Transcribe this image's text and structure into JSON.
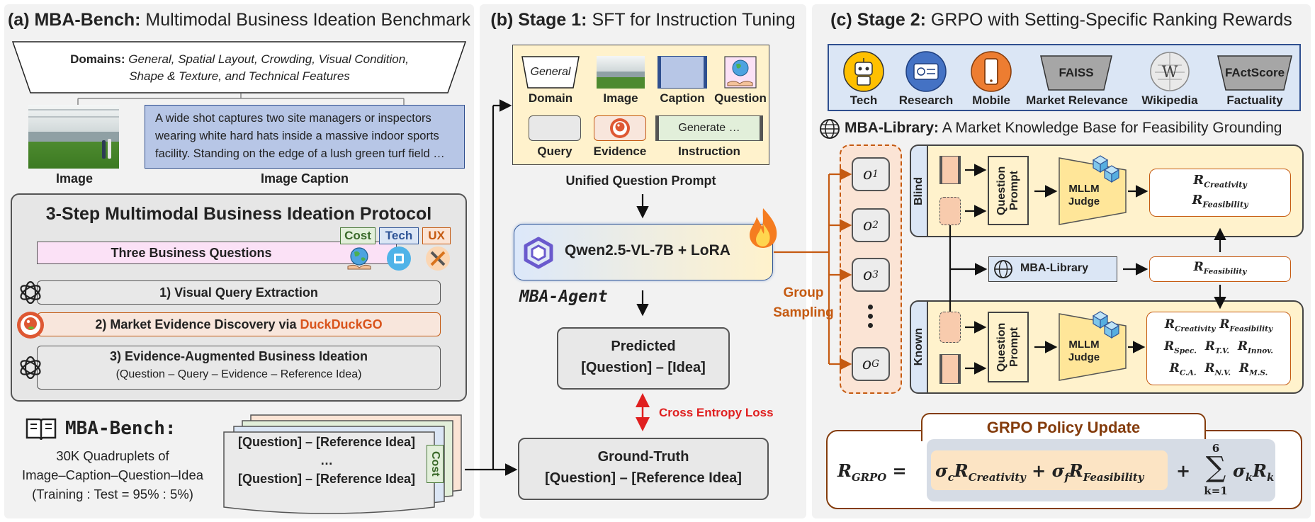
{
  "panel_a": {
    "title_bold": "(a) MBA-Bench:",
    "title_rest": " Multimodal Business Ideation Benchmark",
    "domains_label": "Domains:",
    "domains_line1": "General, Spatial Layout, Crowding, Visual Condition,",
    "domains_line2": "Shape & Texture, and Technical Features",
    "image_label": "Image",
    "caption_text": "A wide shot captures two site managers or inspectors wearing white hard hats inside a massive indoor sports facility. Standing on the edge of a lush green turf field …",
    "caption_label": "Image Caption",
    "protocol_title": "3-Step Multimodal Business Ideation Protocol",
    "tag_cost": "Cost",
    "tag_tech": "Tech",
    "tag_ux": "UX",
    "three_questions": "Three Business Questions",
    "step1": "1) Visual Query Extraction",
    "step2_prefix": "2) Market Evidence Discovery via ",
    "step2_brand": "DuckDuckGO",
    "step3": "3) Evidence-Augmented Business Ideation",
    "step3_sub": "(Question – Query – Evidence – Reference Idea)",
    "bench_title": "MBA-Bench:",
    "bench_line1": "30K Quadruplets of",
    "bench_line2": "Image–Caption–Question–Idea",
    "bench_line3": "(Training : Test = 95% : 5%)",
    "ref_line1": "[Question] – [Reference Idea]",
    "ref_dots": "…",
    "ref_line2": "[Question] – [Reference Idea]",
    "ref_tag": "Cost"
  },
  "panel_b": {
    "title_bold": "(b) Stage 1:",
    "title_rest": " SFT for Instruction Tuning",
    "domain_word": "General",
    "lbl_domain": "Domain",
    "lbl_image": "Image",
    "lbl_caption": "Caption",
    "lbl_question": "Question",
    "lbl_query": "Query",
    "lbl_evidence": "Evidence",
    "generate_text": "Generate …",
    "lbl_instruction": "Instruction",
    "prompt_label": "Unified Question Prompt",
    "model": "Qwen2.5-VL-7B + LoRA",
    "agent": "MBA-Agent",
    "pred_line1": "Predicted",
    "pred_line2": "[Question] – [Idea]",
    "loss": "Cross Entropy Loss",
    "gt_line1": "Ground-Truth",
    "gt_line2": "[Question] – [Reference Idea]",
    "group_line1": "Group",
    "group_line2": "Sampling"
  },
  "panel_c": {
    "title_bold": "(c) Stage 2:",
    "title_rest": " GRPO with Setting-Specific Ranking Rewards",
    "lbl_tech": "Tech",
    "lbl_research": "Research",
    "lbl_mobile": "Mobile",
    "faiss": "FAISS",
    "lbl_market": "Market Relevance",
    "lbl_wiki": "Wikipedia",
    "factscore": "FActScore",
    "lbl_fact": "Factuality",
    "lib_bold": "MBA-Library:",
    "lib_rest": " A Market Knowledge Base for Feasibility Grounding",
    "blind": "Blind",
    "known": "Known",
    "question_prompt": "Question Prompt",
    "mllm_judge": "MLLM Judge",
    "mba_library": "MBA-Library",
    "o1": "1",
    "o2": "2",
    "o3": "3",
    "oG": "G",
    "r_creativity": "Creativity",
    "r_feasibility": "Feasibility",
    "r_spec": "Spec.",
    "r_tv": "T.V.",
    "r_innov": "Innov.",
    "r_ca": "C.A.",
    "r_nv": "N.V.",
    "r_ms": "M.S.",
    "grpo_title": "GRPO Policy Update",
    "grpo_sub": "GRPO",
    "sum_top": "6",
    "sum_bottom": "k=1"
  },
  "colors": {
    "panel_bg": "#f2f2f2",
    "caption_blue": "#b7c6e6",
    "prompt_yellow": "#fff2cc",
    "orange": "#c55a11",
    "judge_yellow": "#ffe699",
    "red": "#e02020",
    "pink": "#f8d7f0"
  }
}
